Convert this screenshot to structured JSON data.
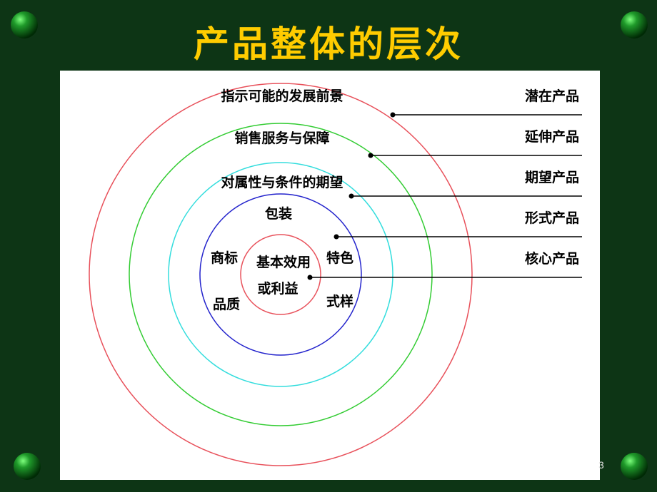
{
  "slide": {
    "title": "产品整体的层次",
    "page_number": "3",
    "colors": {
      "background": "#0d3515",
      "title": "#ffcc00",
      "panel": "#ffffff",
      "ring_potential": "#e8505a",
      "ring_extended": "#33cc33",
      "ring_expected": "#33dddd",
      "ring_form": "#2222cc",
      "ring_core": "#e8505a"
    }
  },
  "diagram": {
    "ring_texts": {
      "potential": "指示可能的发展前景",
      "extended": "销售服务与保障",
      "expected": "对属性与条件的期望",
      "form_top": "包装",
      "form_left_top": "商标",
      "form_left_bottom": "品质",
      "form_right_top": "特色",
      "form_right_bottom": "式样",
      "core_line1": "基本效用",
      "core_line2": "或利益"
    },
    "level_labels": {
      "potential": "潜在产品",
      "extended": "延伸产品",
      "expected": "期望产品",
      "form": "形式产品",
      "core": "核心产品"
    }
  }
}
